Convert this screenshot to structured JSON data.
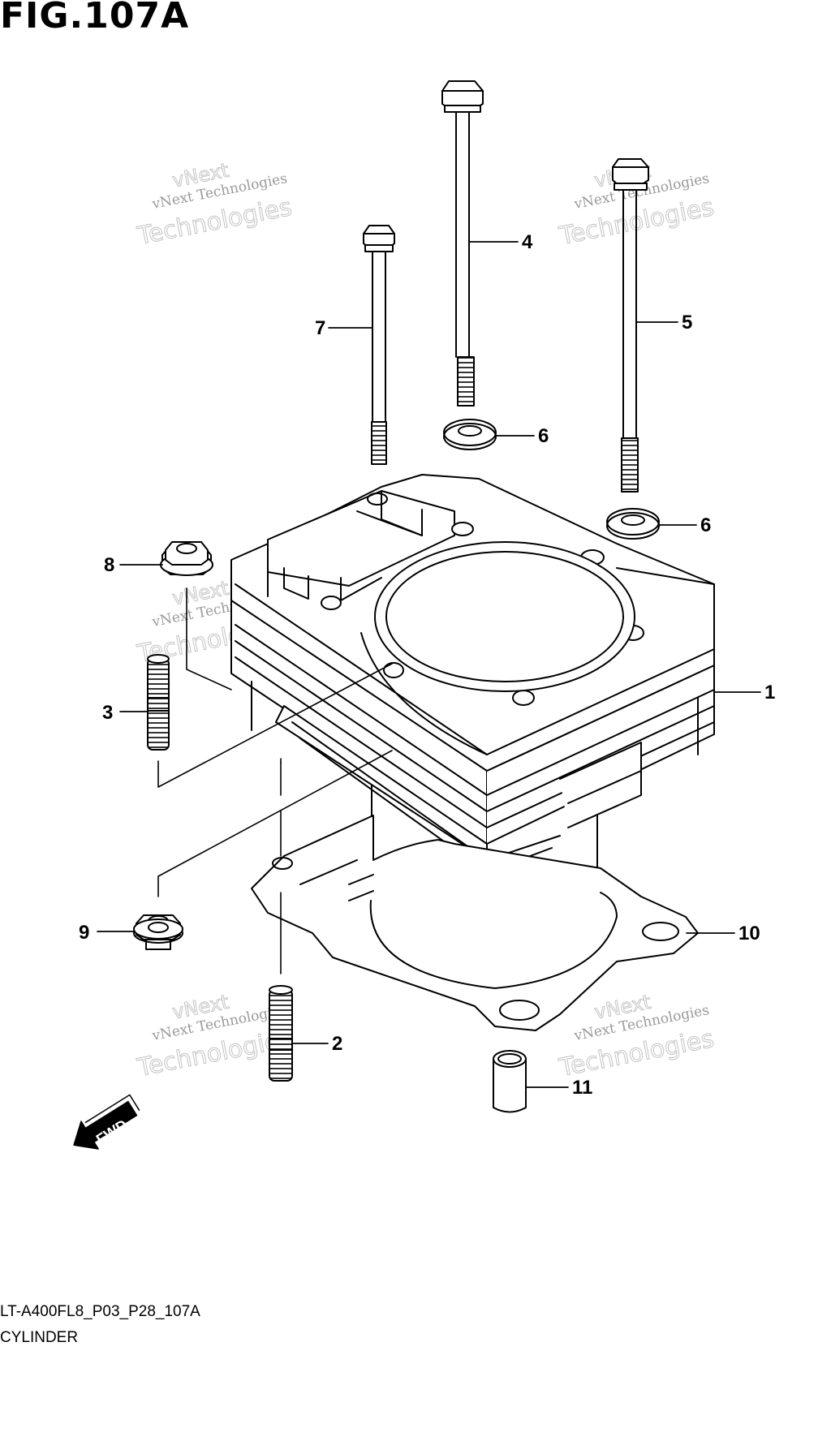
{
  "figure": {
    "title": "FIG.107A",
    "code": "LT-A400FL8_P03_P28_107A",
    "name": "CYLINDER"
  },
  "callouts": [
    {
      "id": "callout-1",
      "label": "1"
    },
    {
      "id": "callout-2",
      "label": "2"
    },
    {
      "id": "callout-3",
      "label": "3"
    },
    {
      "id": "callout-4",
      "label": "4"
    },
    {
      "id": "callout-5",
      "label": "5"
    },
    {
      "id": "callout-6a",
      "label": "6"
    },
    {
      "id": "callout-6b",
      "label": "6"
    },
    {
      "id": "callout-7",
      "label": "7"
    },
    {
      "id": "callout-8",
      "label": "8"
    },
    {
      "id": "callout-9",
      "label": "9"
    },
    {
      "id": "callout-10",
      "label": "10"
    },
    {
      "id": "callout-11",
      "label": "11"
    }
  ],
  "fwd_label": "FWD",
  "watermark": {
    "line1": "vNext Technologies",
    "line2": "vNext",
    "line3": "Technologies"
  }
}
